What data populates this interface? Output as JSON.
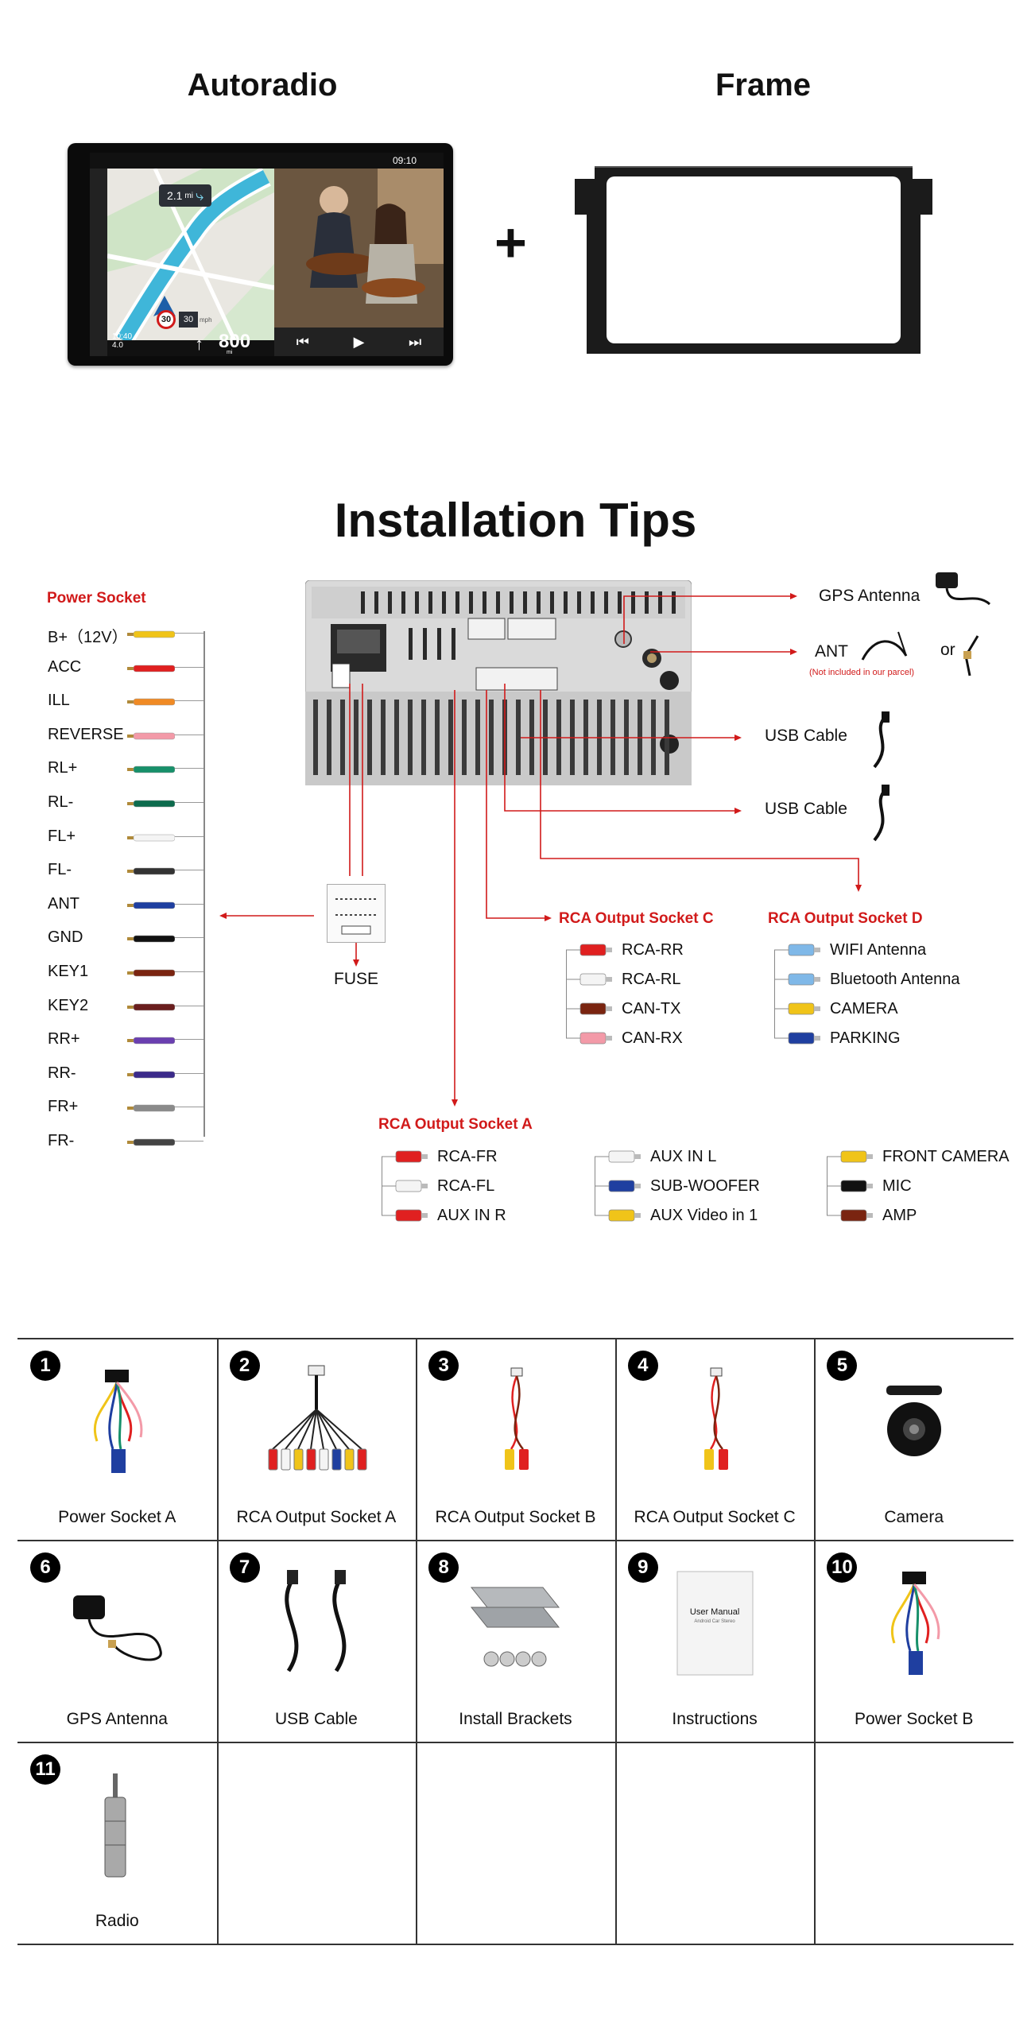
{
  "header": {
    "autoradio_title": "Autoradio",
    "frame_title": "Frame",
    "plus": "+"
  },
  "screen": {
    "clock": "09:10",
    "nav_distance": "2.1",
    "nav_distance_unit": "mi",
    "speed_limit": "30",
    "speed_now": "30",
    "speed_unit": "mph",
    "next_dist": "800",
    "next_unit": "mi",
    "trip_time": "10:40",
    "trip_km": "4.0"
  },
  "install": {
    "title": "Installation Tips",
    "power_socket_title": "Power Socket",
    "power_wires": [
      {
        "label": "B+（12V）",
        "color": "#f0c419"
      },
      {
        "label": "ACC",
        "color": "#e02020"
      },
      {
        "label": "ILL",
        "color": "#f08a24"
      },
      {
        "label": "REVERSE",
        "color": "#f39aa8"
      },
      {
        "label": "RL+",
        "color": "#17906a"
      },
      {
        "label": "RL-",
        "color": "#0d6b4d"
      },
      {
        "label": "FL+",
        "color": "#f4f4f4"
      },
      {
        "label": "FL-",
        "color": "#333333"
      },
      {
        "label": "ANT",
        "color": "#1f3fa0"
      },
      {
        "label": "GND",
        "color": "#111111"
      },
      {
        "label": "KEY1",
        "color": "#7a2410"
      },
      {
        "label": "KEY2",
        "color": "#6a1e1e"
      },
      {
        "label": "RR+",
        "color": "#6a3fb0"
      },
      {
        "label": "RR-",
        "color": "#3b2a8a"
      },
      {
        "label": "FR+",
        "color": "#8a8a8a"
      },
      {
        "label": "FR-",
        "color": "#444444"
      }
    ],
    "fuse_label": "FUSE",
    "gps_antenna": "GPS Antenna",
    "ant": "ANT",
    "ant_note": "(Not included in our parcel)",
    "or": "or",
    "usb_cable_1": "USB  Cable",
    "usb_cable_2": "USB Cable",
    "socket_c_title": "RCA Output Socket C",
    "socket_c": [
      {
        "label": "RCA-RR",
        "color": "#e02020"
      },
      {
        "label": "RCA-RL",
        "color": "#f4f4f4"
      },
      {
        "label": "CAN-TX",
        "color": "#7a2410"
      },
      {
        "label": "CAN-RX",
        "color": "#f39aa8"
      }
    ],
    "socket_d_title": "RCA Output Socket D",
    "socket_d": [
      {
        "label": "WIFI Antenna",
        "color": "#7fb8e8"
      },
      {
        "label": "Bluetooth Antenna",
        "color": "#7fb8e8"
      },
      {
        "label": "CAMERA",
        "color": "#f0c419"
      },
      {
        "label": "PARKING",
        "color": "#1f3fa0"
      }
    ],
    "socket_a_title": "RCA Output Socket A",
    "socket_a_col1": [
      {
        "label": "RCA-FR",
        "color": "#e02020"
      },
      {
        "label": "RCA-FL",
        "color": "#f4f4f4"
      },
      {
        "label": "AUX IN R",
        "color": "#e02020"
      }
    ],
    "socket_a_col2": [
      {
        "label": "AUX IN L",
        "color": "#f4f4f4"
      },
      {
        "label": "SUB-WOOFER",
        "color": "#1f3fa0"
      },
      {
        "label": "AUX Video in 1",
        "color": "#f0c419"
      }
    ],
    "socket_a_col3": [
      {
        "label": "FRONT CAMERA",
        "color": "#f0c419"
      },
      {
        "label": "MIC",
        "color": "#111111"
      },
      {
        "label": "AMP",
        "color": "#7a2410"
      }
    ]
  },
  "package": {
    "items": [
      {
        "num": "1",
        "label": "Power Socket A",
        "icon": "power-harness-icon"
      },
      {
        "num": "2",
        "label": "RCA Output Socket A",
        "icon": "rca-harness-icon"
      },
      {
        "num": "3",
        "label": "RCA Output Socket B",
        "icon": "rca-cable-icon"
      },
      {
        "num": "4",
        "label": "RCA Output Socket C",
        "icon": "rca-cable-icon"
      },
      {
        "num": "5",
        "label": "Camera",
        "icon": "camera-icon"
      },
      {
        "num": "6",
        "label": "GPS Antenna",
        "icon": "gps-antenna-icon"
      },
      {
        "num": "7",
        "label": "USB Cable",
        "icon": "usb-cable-icon"
      },
      {
        "num": "8",
        "label": "Install Brackets",
        "icon": "bracket-icon"
      },
      {
        "num": "9",
        "label": "Instructions",
        "icon": "manual-icon"
      },
      {
        "num": "10",
        "label": "Power Socket B",
        "icon": "power-harness-icon"
      },
      {
        "num": "11",
        "label": "Radio",
        "icon": "radio-adapter-icon"
      }
    ],
    "manual_title": "User Manual",
    "manual_sub": "Android Car Stereo"
  }
}
